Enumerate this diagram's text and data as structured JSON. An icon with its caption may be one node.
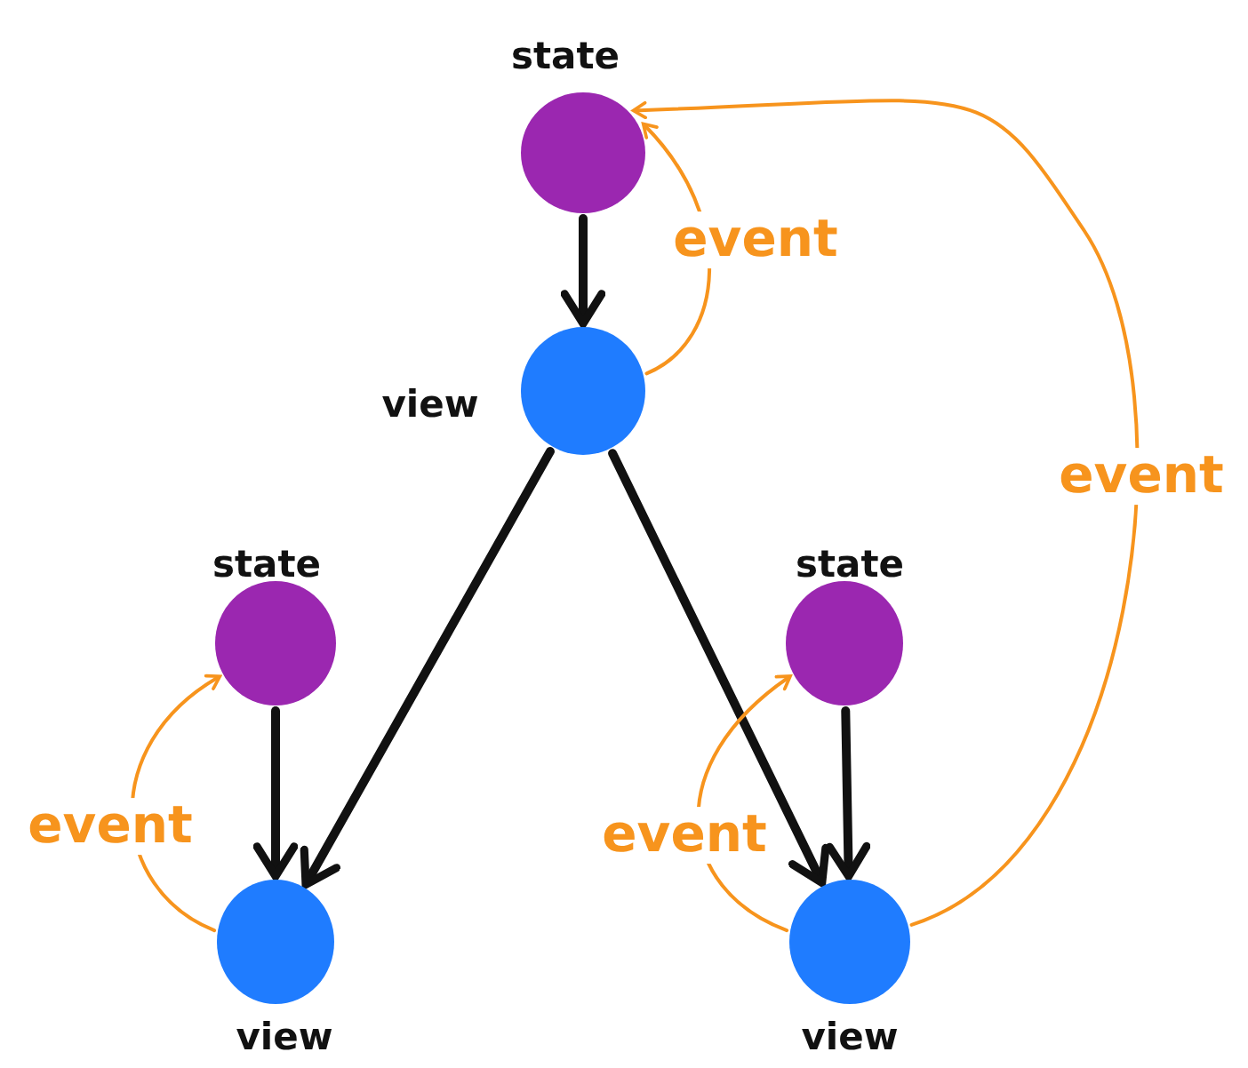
{
  "diagram": {
    "nodes": [
      {
        "text": [
          "state"
        ]
      },
      {
        "text": [
          "view"
        ]
      },
      {
        "text": [
          "state"
        ]
      },
      {
        "text": [
          "view"
        ]
      },
      {
        "text": [
          "state"
        ]
      },
      {
        "text": [
          "view"
        ]
      }
    ],
    "edges": [
      {
        "from": 0,
        "to": 1,
        "arrow": "to"
      },
      {
        "from": 1,
        "to": 3,
        "arrow": "to"
      },
      {
        "from": 1,
        "to": 5,
        "arrow": "to"
      },
      {
        "from": 2,
        "to": 3,
        "arrow": "to"
      },
      {
        "from": 4,
        "to": 5,
        "arrow": "to"
      },
      {
        "from": 1,
        "to": 0,
        "arrow": "to",
        "label": "event",
        "color": "#f7941d"
      },
      {
        "from": 3,
        "to": 2,
        "arrow": "to",
        "label": "event",
        "color": "#f7941d"
      },
      {
        "from": 5,
        "to": 4,
        "arrow": "to",
        "label": "event",
        "color": "#f7941d"
      },
      {
        "from": 5,
        "to": 0,
        "arrow": "to",
        "label": "event",
        "color": "#f7941d"
      }
    ]
  }
}
